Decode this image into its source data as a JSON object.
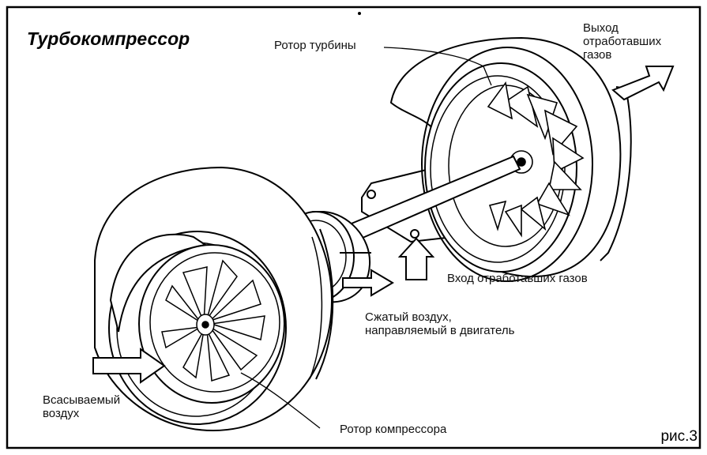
{
  "title": "Турбокомпрессор",
  "figure_label": "рис.3",
  "labels": {
    "turbine_rotor": "Ротор турбины",
    "exhaust_out": [
      "Выход",
      "отработавших",
      "газов"
    ],
    "exhaust_in": "Вход отработавших газов",
    "compressed_air": [
      "Сжатый воздух,",
      "направляемый в двигатель"
    ],
    "intake_air": [
      "Всасываемый",
      "воздух"
    ],
    "compressor_rotor": "Ротор компрессора"
  },
  "colors": {
    "ink": "#000000",
    "paper": "#ffffff"
  }
}
